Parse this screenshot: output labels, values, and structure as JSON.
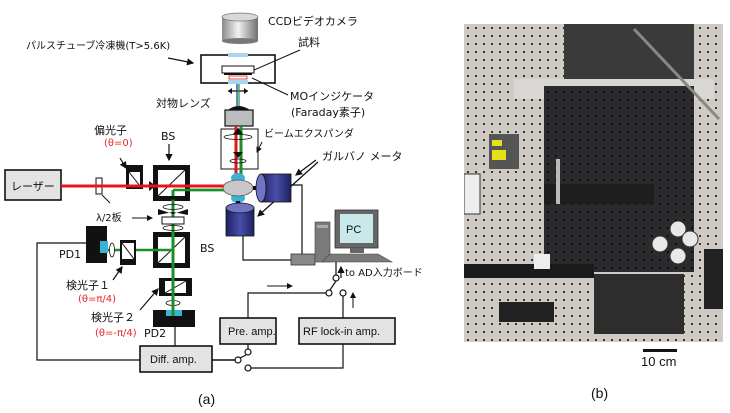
{
  "figure": {
    "panel_a": {
      "caption": "(a)",
      "labels": {
        "ccd_camera": "CCDビデオカメラ",
        "cryostat": "パルスチューブ冷凍機(T>5.6K)",
        "sample": "試料",
        "mo_indicator": "MOインジケータ",
        "faraday": "(Faraday素子)",
        "objective_lens": "対物レンズ",
        "polarizer": "偏光子",
        "polarizer_angle": "(θ=0)",
        "bs_top": "BS",
        "beam_expander": "ビームエクスパンダ",
        "galvanometer": "ガルバノ メータ",
        "laser": "レーザー",
        "half_wave_plate": "λ/2板",
        "pc": "PC",
        "pd1": "PD1",
        "bs_bottom": "BS",
        "analyzer1": "検光子１",
        "analyzer1_angle": "(θ=π/4)",
        "analyzer2": "検光子２",
        "analyzer2_angle": "(θ=-π/4)",
        "pd2": "PD2",
        "to_ad_board": "to AD入力ボード",
        "pre_amp": "Pre. amp.",
        "rf_lockin": "RF lock-in amp.",
        "diff_amp": "Diff. amp."
      },
      "colors": {
        "laser_beam": "#e8131b",
        "return_beam": "#1a8f2a",
        "galvo_body": "#2b2f7a",
        "detector_window": "#3bb3d6",
        "box_fill": "#e3e3e3"
      }
    },
    "panel_b": {
      "caption": "(b)",
      "scale_label": "10 cm",
      "description": "photograph of optical table setup"
    }
  }
}
